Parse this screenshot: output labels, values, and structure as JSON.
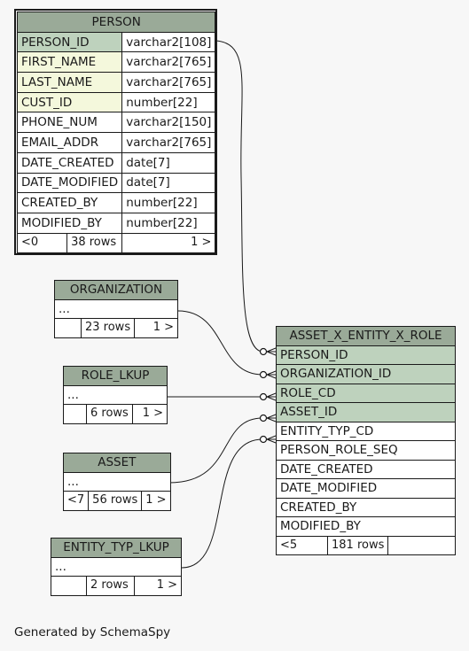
{
  "tables": {
    "person": {
      "name": "PERSON",
      "columns": [
        {
          "name": "PERSON_ID",
          "type": "varchar2[108]",
          "role": "pk"
        },
        {
          "name": "FIRST_NAME",
          "type": "varchar2[765]",
          "role": "fk"
        },
        {
          "name": "LAST_NAME",
          "type": "varchar2[765]",
          "role": "fk"
        },
        {
          "name": "CUST_ID",
          "type": "number[22]",
          "role": "fk"
        },
        {
          "name": "PHONE_NUM",
          "type": "varchar2[150]",
          "role": ""
        },
        {
          "name": "EMAIL_ADDR",
          "type": "varchar2[765]",
          "role": ""
        },
        {
          "name": "DATE_CREATED",
          "type": "date[7]",
          "role": ""
        },
        {
          "name": "DATE_MODIFIED",
          "type": "date[7]",
          "role": ""
        },
        {
          "name": "CREATED_BY",
          "type": "number[22]",
          "role": ""
        },
        {
          "name": "MODIFIED_BY",
          "type": "number[22]",
          "role": ""
        }
      ],
      "footer": {
        "parents": "<0",
        "rows": "38 rows",
        "children": "1 >"
      }
    },
    "organization": {
      "name": "ORGANIZATION",
      "ellipsis": "...",
      "footer": {
        "parents": "",
        "rows": "23 rows",
        "children": "1 >"
      }
    },
    "role_lkup": {
      "name": "ROLE_LKUP",
      "ellipsis": "...",
      "footer": {
        "parents": "",
        "rows": "6 rows",
        "children": "1 >"
      }
    },
    "asset": {
      "name": "ASSET",
      "ellipsis": "...",
      "footer": {
        "parents": "<7",
        "rows": "56 rows",
        "children": "1 >"
      }
    },
    "entity_typ_lkup": {
      "name": "ENTITY_TYP_LKUP",
      "ellipsis": "...",
      "footer": {
        "parents": "",
        "rows": "2 rows",
        "children": "1 >"
      }
    },
    "asset_x_entity_x_role": {
      "name": "ASSET_X_ENTITY_X_ROLE",
      "columns": [
        {
          "name": "PERSON_ID",
          "role": "pk"
        },
        {
          "name": "ORGANIZATION_ID",
          "role": "pk"
        },
        {
          "name": "ROLE_CD",
          "role": "pk"
        },
        {
          "name": "ASSET_ID",
          "role": "pk"
        },
        {
          "name": "ENTITY_TYP_CD",
          "role": ""
        },
        {
          "name": "PERSON_ROLE_SEQ",
          "role": ""
        },
        {
          "name": "DATE_CREATED",
          "role": ""
        },
        {
          "name": "DATE_MODIFIED",
          "role": ""
        },
        {
          "name": "CREATED_BY",
          "role": ""
        },
        {
          "name": "MODIFIED_BY",
          "role": ""
        }
      ],
      "footer": {
        "parents": "<5",
        "rows": "181 rows",
        "children": ""
      }
    }
  },
  "footer_text": "Generated by SchemaSpy"
}
